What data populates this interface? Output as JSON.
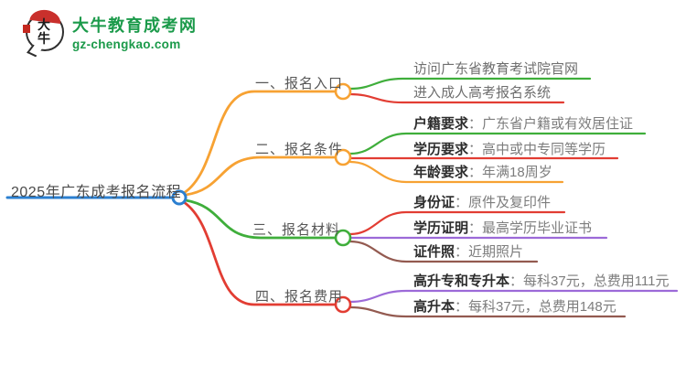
{
  "logo": {
    "icon_chars": "大牛",
    "title": "大牛教育成考网",
    "subtitle": "gz-chengkao.com",
    "brand_color": "#1b9a4a"
  },
  "root": {
    "label": "2025年广东成考报名流程",
    "color": "#2b7fd0"
  },
  "branches": [
    {
      "label": "一、报名入口",
      "color": "#f7a233",
      "children": [
        {
          "text": "访问广东省教育考试院官网",
          "color": "#3fae3b"
        },
        {
          "text": "进入成人高考报名系统",
          "color": "#e23d33"
        }
      ]
    },
    {
      "label": "二、报名条件",
      "color": "#f7a233",
      "children": [
        {
          "label": "户籍要求",
          "value": "：广东省户籍或有效居住证",
          "color": "#3fae3b"
        },
        {
          "label": "学历要求",
          "value": "：高中或中专同等学历",
          "color": "#e23d33"
        },
        {
          "label": "年龄要求",
          "value": "：年满18周岁",
          "color": "#f7a233"
        }
      ]
    },
    {
      "label": "三、报名材料",
      "color": "#3fae3b",
      "children": [
        {
          "label": "身份证",
          "value": "：原件及复印件",
          "color": "#e23d33"
        },
        {
          "label": "学历证明",
          "value": "：最高学历毕业证书",
          "color": "#9c6ad8"
        },
        {
          "label": "证件照",
          "value": "：近期照片",
          "color": "#935a50"
        }
      ]
    },
    {
      "label": "四、报名费用",
      "color": "#e23d33",
      "children": [
        {
          "label": "高升专和专升本",
          "value": "：每科37元，总费用111元",
          "color": "#9c6ad8"
        },
        {
          "label": "高升本",
          "value": "：每科37元，总费用148元",
          "color": "#935a50"
        }
      ]
    }
  ]
}
